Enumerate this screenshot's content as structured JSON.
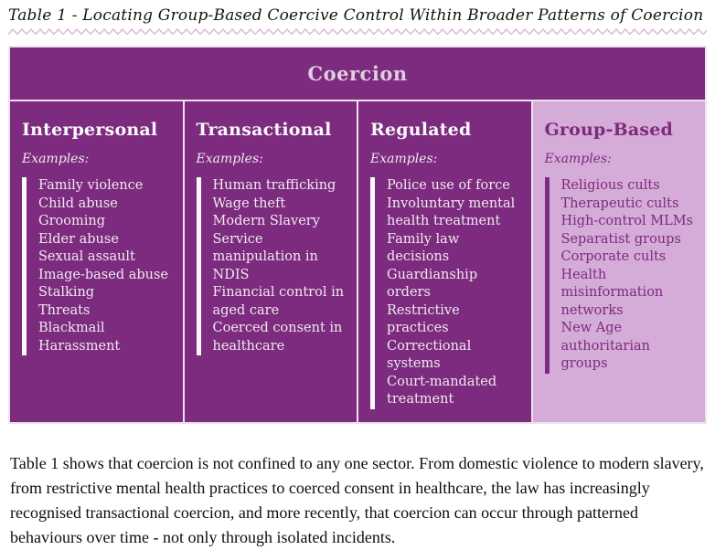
{
  "title": "Table 1 - Locating Group-Based Coercive Control Within Broader Patterns of Coercion",
  "table": {
    "header": "Coercion",
    "columns": [
      {
        "label": "Interpersonal",
        "examples_label": "Examples:",
        "items": [
          "Family violence",
          "Child abuse",
          "Grooming",
          "Elder abuse",
          "Sexual assault",
          "Image-based abuse",
          "Stalking",
          "Threats",
          "Blackmail",
          "Harassment"
        ]
      },
      {
        "label": "Transactional",
        "examples_label": "Examples:",
        "items": [
          "Human trafficking",
          "Wage theft",
          "Modern Slavery",
          "Service manipulation in NDIS",
          "Financial control in aged care",
          "Coerced consent in healthcare"
        ]
      },
      {
        "label": "Regulated",
        "examples_label": "Examples:",
        "items": [
          "Police use of force",
          "Involuntary mental health treatment",
          "Family law decisions",
          "Guardianship orders",
          "Restrictive practices",
          "Correctional systems",
          "Court-mandated treatment"
        ]
      },
      {
        "label": "Group-Based",
        "examples_label": "Examples:",
        "items": [
          "Religious cults",
          "Therapeutic cults",
          "High-control MLMs",
          "Separatist groups",
          "Corporate cults",
          "Health misinformation networks",
          "New Age authoritarian groups"
        ]
      }
    ]
  },
  "paragraph": "Table 1 shows that coercion is not confined to any one sector. From domestic violence to modern slavery, from restrictive mental health practices to coerced consent in healthcare, the law has increasingly recognised transactional coercion, and more recently, that coercion can occur through patterned behaviours over time - not only through isolated incidents.",
  "colors": {
    "dark-purple": "#7c2b7e",
    "light-purple": "#d5abd8",
    "table-border": "#f1e0f1",
    "zigzag": "#dab4da",
    "header-text": "#e1cce1",
    "cell-text": "#f1e9f1",
    "accent-text": "#7c2b7e"
  }
}
